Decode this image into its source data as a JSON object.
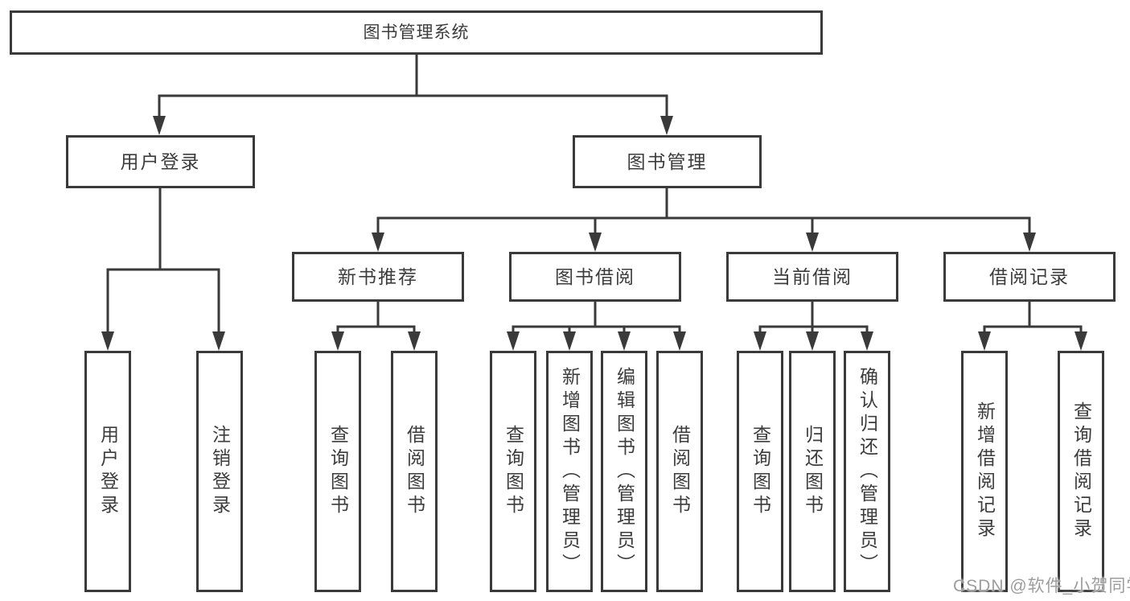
{
  "diagram": {
    "root": "图书管理系统",
    "level1": [
      {
        "label": "用户登录",
        "children": [
          "用户登录",
          "注销登录"
        ]
      },
      {
        "label": "图书管理",
        "sections": [
          {
            "label": "新书推荐",
            "children": [
              "查询图书",
              "借阅图书"
            ]
          },
          {
            "label": "图书借阅",
            "children": [
              "查询图书",
              "新增图书（管理员）",
              "编辑图书（管理员）",
              "借阅图书"
            ]
          },
          {
            "label": "当前借阅",
            "children": [
              "查询图书",
              "归还图书",
              "确认归还（管理员）"
            ]
          },
          {
            "label": "借阅记录",
            "children": [
              "新增借阅记录",
              "查询借阅记录"
            ]
          }
        ]
      }
    ]
  },
  "watermark": "CSDN @软件_小贺同学",
  "colors": {
    "line": "#3a3a3a",
    "text": "#3c3c3c",
    "watermark": "#9d9d9d",
    "background": "#ffffff"
  }
}
